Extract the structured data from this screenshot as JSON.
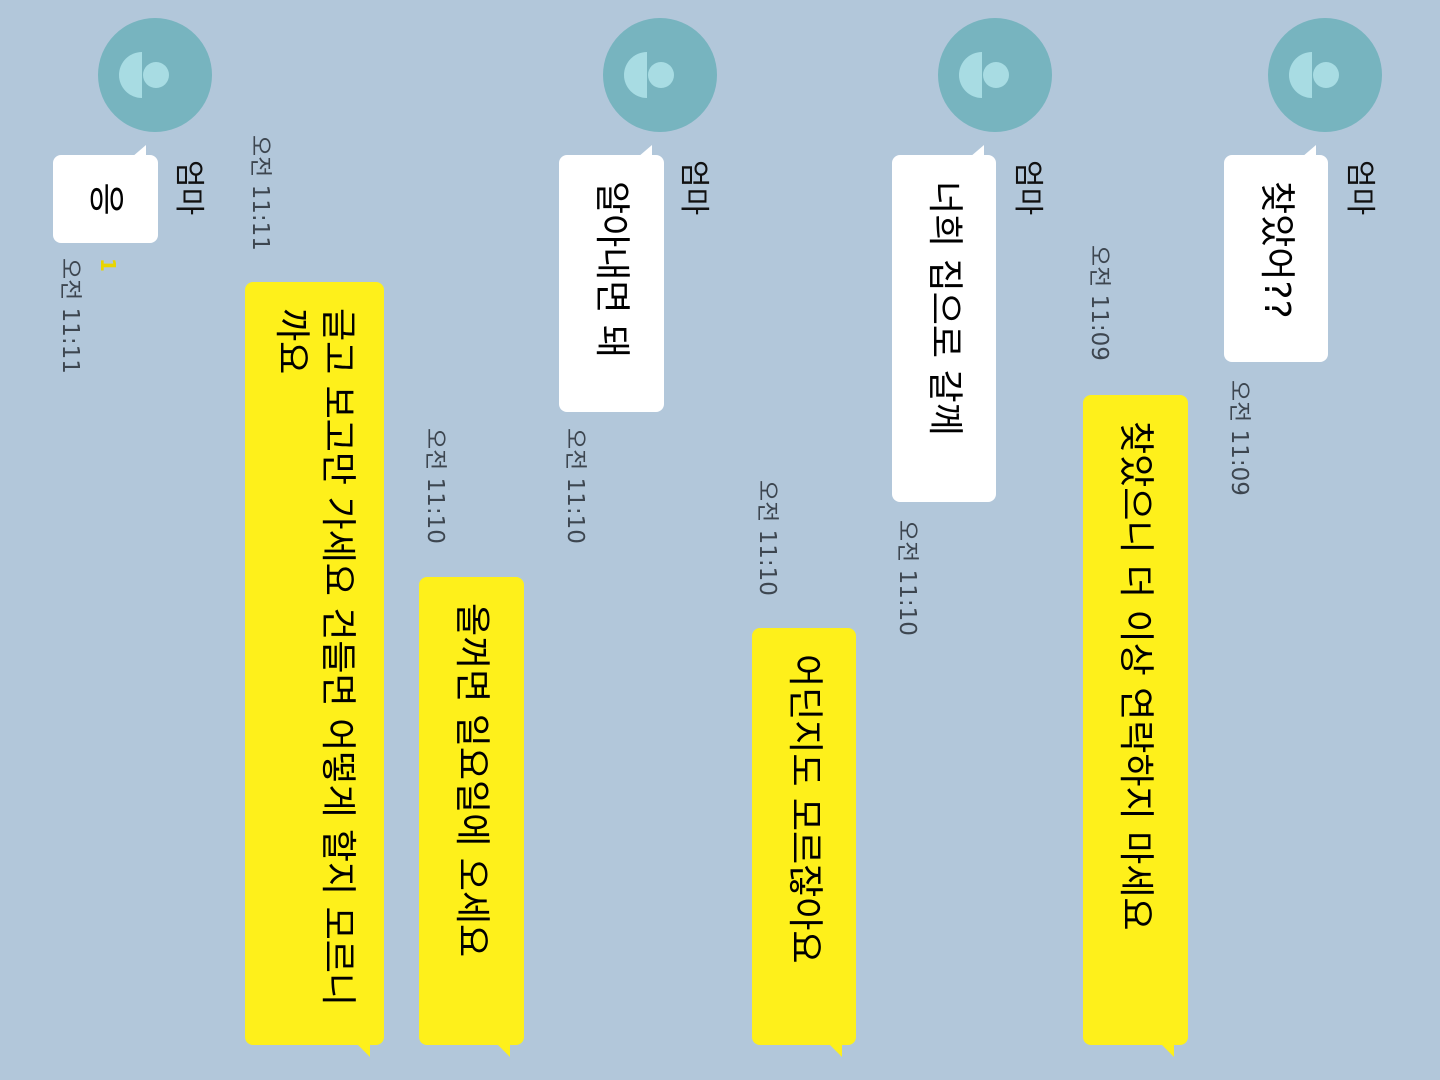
{
  "colors": {
    "background": "#b2c7da",
    "my_bubble": "#fef01b",
    "their_bubble": "#ffffff",
    "avatar": "#77b4bf"
  },
  "messages": [
    {
      "sender": "엄마",
      "text": "찾았어??",
      "time": "오전 11:09"
    },
    {
      "sender": "me",
      "text": "찾았으니 더 이상 연락하지 마세요",
      "time": "오전 11:09"
    },
    {
      "sender": "엄마",
      "text": "너희 집으로 갈께",
      "time": "오전 11:10"
    },
    {
      "sender": "me",
      "text": "어딘지도 모르잖아요",
      "time": "오전 11:10"
    },
    {
      "sender": "엄마",
      "text": "알아내면 돼",
      "time": "오전 11:10"
    },
    {
      "sender": "me",
      "text": "올꺼면 일요일에 오세요",
      "time": "오전 11:10"
    },
    {
      "sender": "me",
      "text": "글고 보고만 가세요 건들면 어떻게 할지 모르니까요",
      "time": "오전 11:11"
    },
    {
      "sender": "엄마",
      "text": "응",
      "time": "오전 11:11",
      "unread": "1"
    }
  ]
}
